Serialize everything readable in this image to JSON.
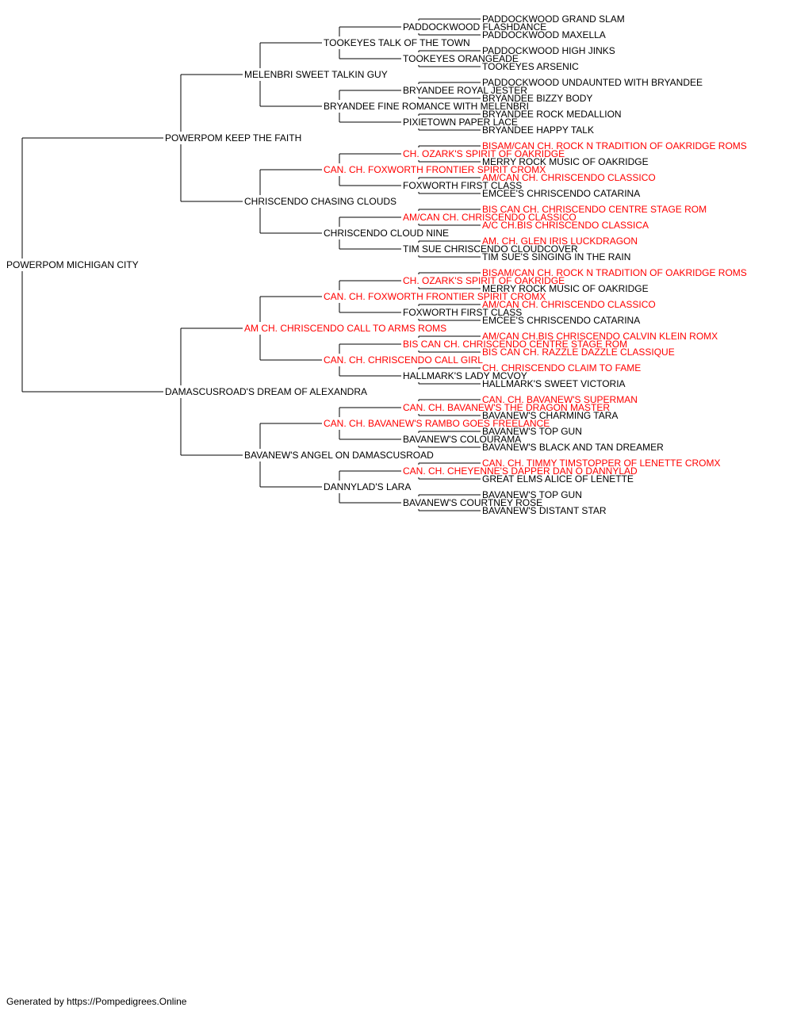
{
  "colors": {
    "champion": "#ff0000",
    "normal": "#000000",
    "line": "#000000"
  },
  "footer": "Generated by https://Pompedigrees.Online",
  "pedigree": {
    "name": "POWERPOM MICHIGAN CITY",
    "champion": false,
    "sire": {
      "name": "POWERPOM KEEP THE FAITH",
      "champion": false,
      "sire": {
        "name": "MELENBRI SWEET TALKIN GUY",
        "champion": false,
        "sire": {
          "name": "TOOKEYES TALK OF THE TOWN",
          "champion": false,
          "sire": {
            "name": "PADDOCKWOOD FLASHDANCE",
            "champion": false,
            "sire": {
              "name": "PADDOCKWOOD GRAND SLAM",
              "champion": false
            },
            "dam": {
              "name": "PADDOCKWOOD MAXELLA",
              "champion": false
            }
          },
          "dam": {
            "name": "TOOKEYES ORANGEADE",
            "champion": false,
            "sire": {
              "name": "PADDOCKWOOD HIGH JINKS",
              "champion": false
            },
            "dam": {
              "name": "TOOKEYES ARSENIC",
              "champion": false
            }
          }
        },
        "dam": {
          "name": "BRYANDEE FINE ROMANCE WITH MELENBRI",
          "champion": false,
          "sire": {
            "name": "BRYANDEE ROYAL JESTER",
            "champion": false,
            "sire": {
              "name": "PADDOCKWOOD UNDAUNTED WITH BRYANDEE",
              "champion": false
            },
            "dam": {
              "name": "BRYANDEE BIZZY BODY",
              "champion": false
            }
          },
          "dam": {
            "name": "PIXIETOWN PAPER LACE",
            "champion": false,
            "sire": {
              "name": "BRYANDEE ROCK MEDALLION",
              "champion": false
            },
            "dam": {
              "name": "BRYANDEE HAPPY TALK",
              "champion": false
            }
          }
        }
      },
      "dam": {
        "name": "CHRISCENDO CHASING CLOUDS",
        "champion": false,
        "sire": {
          "name": "CAN. CH. FOXWORTH FRONTIER SPIRIT CROMX",
          "champion": true,
          "sire": {
            "name": "CH. OZARK'S SPIRIT OF OAKRIDGE",
            "champion": true,
            "sire": {
              "name": "BISAM/CAN CH. ROCK N TRADITION OF OAKRIDGE ROMS",
              "champion": true
            },
            "dam": {
              "name": "MERRY ROCK MUSIC OF OAKRIDGE",
              "champion": false
            }
          },
          "dam": {
            "name": "FOXWORTH FIRST CLASS",
            "champion": false,
            "sire": {
              "name": "AM/CAN CH. CHRISCENDO CLASSICO",
              "champion": true
            },
            "dam": {
              "name": "EMCEE'S CHRISCENDO CATARINA",
              "champion": false
            }
          }
        },
        "dam": {
          "name": "CHRISCENDO CLOUD NINE",
          "champion": false,
          "sire": {
            "name": "AM/CAN CH. CHRISCENDO CLASSICO",
            "champion": true,
            "sire": {
              "name": "BIS CAN CH. CHRISCENDO CENTRE STAGE ROM",
              "champion": true
            },
            "dam": {
              "name": "A/C CH.BIS CHRISCENDO CLASSICA",
              "champion": true
            }
          },
          "dam": {
            "name": "TIM SUE CHRISCENDO CLOUDCOVER",
            "champion": false,
            "sire": {
              "name": "AM. CH. GLEN IRIS LUCKDRAGON",
              "champion": true
            },
            "dam": {
              "name": "TIM SUE'S SINGING IN THE RAIN",
              "champion": false
            }
          }
        }
      }
    },
    "dam": {
      "name": "DAMASCUSROAD'S DREAM OF ALEXANDRA",
      "champion": false,
      "sire": {
        "name": "AM CH. CHRISCENDO CALL TO ARMS ROMS",
        "champion": true,
        "sire": {
          "name": "CAN. CH. FOXWORTH FRONTIER SPIRIT CROMX",
          "champion": true,
          "sire": {
            "name": "CH. OZARK'S SPIRIT OF OAKRIDGE",
            "champion": true,
            "sire": {
              "name": "BISAM/CAN CH. ROCK N TRADITION OF OAKRIDGE ROMS",
              "champion": true
            },
            "dam": {
              "name": "MERRY ROCK MUSIC OF OAKRIDGE",
              "champion": false
            }
          },
          "dam": {
            "name": "FOXWORTH FIRST CLASS",
            "champion": false,
            "sire": {
              "name": "AM/CAN CH. CHRISCENDO CLASSICO",
              "champion": true
            },
            "dam": {
              "name": "EMCEE'S CHRISCENDO CATARINA",
              "champion": false
            }
          }
        },
        "dam": {
          "name": "CAN. CH. CHRISCENDO CALL GIRL",
          "champion": true,
          "sire": {
            "name": "BIS CAN CH. CHRISCENDO CENTRE STAGE ROM",
            "champion": true,
            "sire": {
              "name": "AM/CAN CH.BIS CHRISCENDO CALVIN KLEIN ROMX",
              "champion": true
            },
            "dam": {
              "name": "BIS CAN CH. RAZZLE DAZZLE CLASSIQUE",
              "champion": true
            }
          },
          "dam": {
            "name": "HALLMARK'S LADY MCVOY",
            "champion": false,
            "sire": {
              "name": "CH. CHRISCENDO CLAIM TO FAME",
              "champion": true
            },
            "dam": {
              "name": "HALLMARK'S SWEET VICTORIA",
              "champion": false
            }
          }
        }
      },
      "dam": {
        "name": "BAVANEW'S ANGEL ON DAMASCUSROAD",
        "champion": false,
        "sire": {
          "name": "CAN. CH. BAVANEW'S RAMBO GOES FREELANCE",
          "champion": true,
          "sire": {
            "name": "CAN. CH. BAVANEW'S THE DRAGON MASTER",
            "champion": true,
            "sire": {
              "name": "CAN. CH. BAVANEW'S SUPERMAN",
              "champion": true
            },
            "dam": {
              "name": "BAVANEW'S CHARMING TARA",
              "champion": false
            }
          },
          "dam": {
            "name": "BAVANEW'S COLOURAMA",
            "champion": false,
            "sire": {
              "name": "BAVANEW'S TOP GUN",
              "champion": false
            },
            "dam": {
              "name": "BAVANEW'S BLACK AND TAN DREAMER",
              "champion": false
            }
          }
        },
        "dam": {
          "name": "DANNYLAD'S LARA",
          "champion": false,
          "sire": {
            "name": "CAN. CH. CHEYENNE'S DAPPER DAN O DANNYLAD",
            "champion": true,
            "sire": {
              "name": "CAN. CH. TIMMY TIMSTOPPER OF LENETTE CROMX",
              "champion": true
            },
            "dam": {
              "name": "GREAT ELMS ALICE OF LENETTE",
              "champion": false
            }
          },
          "dam": {
            "name": "BAVANEW'S COURTNEY ROSE",
            "champion": false,
            "sire": {
              "name": "BAVANEW'S TOP GUN",
              "champion": false
            },
            "dam": {
              "name": "BAVANEW'S DISTANT STAR",
              "champion": false
            }
          }
        }
      }
    }
  }
}
